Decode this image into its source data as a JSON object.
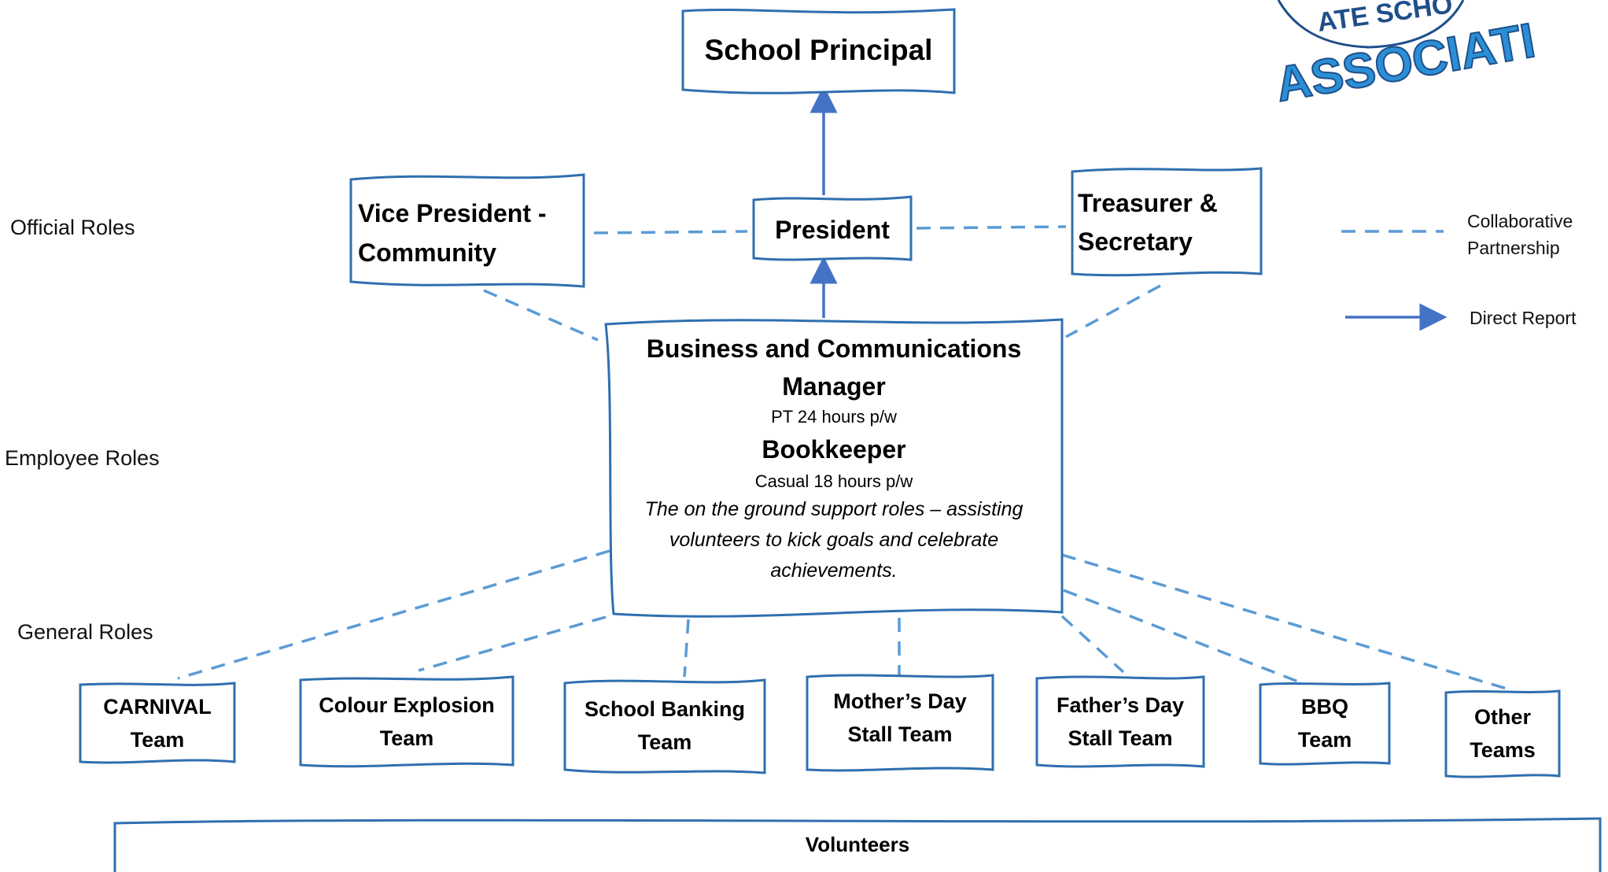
{
  "row_labels": {
    "official": "Official Roles",
    "employee": "Employee Roles",
    "general": "General Roles"
  },
  "nodes": {
    "principal": "School Principal",
    "vice_president": [
      "Vice President -",
      "Community"
    ],
    "president": "President",
    "treasurer": [
      "Treasurer &",
      "Secretary"
    ],
    "manager": {
      "title1": "Business and Communications",
      "title2": "Manager",
      "sub1": "PT 24 hours p/w",
      "title3": "Bookkeeper",
      "sub2": "Casual 18 hours p/w",
      "desc": [
        "The on the ground support roles – assisting",
        "volunteers to kick goals and celebrate",
        "achievements."
      ]
    },
    "teams": [
      [
        "CARNIVAL",
        "Team"
      ],
      [
        "Colour Explosion",
        "Team"
      ],
      [
        "School Banking",
        "Team"
      ],
      [
        "Mother’s Day",
        "Stall Team"
      ],
      [
        "Father’s Day",
        "Stall Team"
      ],
      [
        "BBQ",
        "Team"
      ],
      [
        "Other",
        "Teams"
      ]
    ],
    "volunteers": "Volunteers"
  },
  "legend": {
    "collab": [
      "Collaborative",
      "Partnership"
    ],
    "direct": "Direct Report"
  },
  "logo": {
    "ring_text": "ATE SCHO",
    "arc_text": "ASSOCIATI"
  },
  "colors": {
    "box_border": "#2f6fb0",
    "dashed": "#5b9bd5",
    "arrow": "#4472c4",
    "logo": "#2b8fd6"
  }
}
